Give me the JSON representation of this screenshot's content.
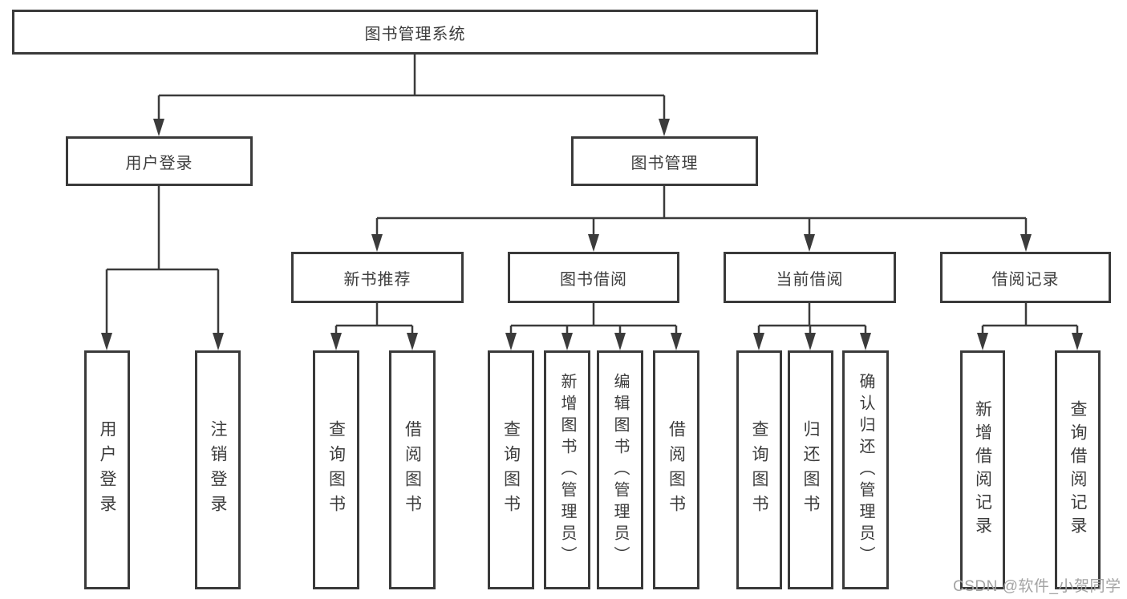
{
  "diagram": {
    "root": {
      "label": "图书管理系统"
    },
    "level2": [
      {
        "label": "用户登录"
      },
      {
        "label": "图书管理"
      }
    ],
    "level3": [
      {
        "label": "新书推荐"
      },
      {
        "label": "图书借阅"
      },
      {
        "label": "当前借阅"
      },
      {
        "label": "借阅记录"
      }
    ],
    "leaves": {
      "user_login": [
        {
          "label": "用户登录"
        },
        {
          "label": "注销登录"
        }
      ],
      "new_book": [
        {
          "label": "查询图书"
        },
        {
          "label": "借阅图书"
        }
      ],
      "book_borrow": [
        {
          "label": "查询图书"
        },
        {
          "label": "新增图书（管理员）"
        },
        {
          "label": "编辑图书（管理员）"
        },
        {
          "label": "借阅图书"
        }
      ],
      "current_borrow": [
        {
          "label": "查询图书"
        },
        {
          "label": "归还图书"
        },
        {
          "label": "确认归还（管理员）"
        }
      ],
      "borrow_record": [
        {
          "label": "新增借阅记录"
        },
        {
          "label": "查询借阅记录"
        }
      ]
    }
  },
  "watermark": {
    "text": "CSDN @软件_小贺同学"
  },
  "colors": {
    "line": "#3b3b3b",
    "border": "#3a3a3a",
    "text": "#3d3d3d",
    "background": "#ffffff",
    "watermark": "#a3a3a3"
  }
}
